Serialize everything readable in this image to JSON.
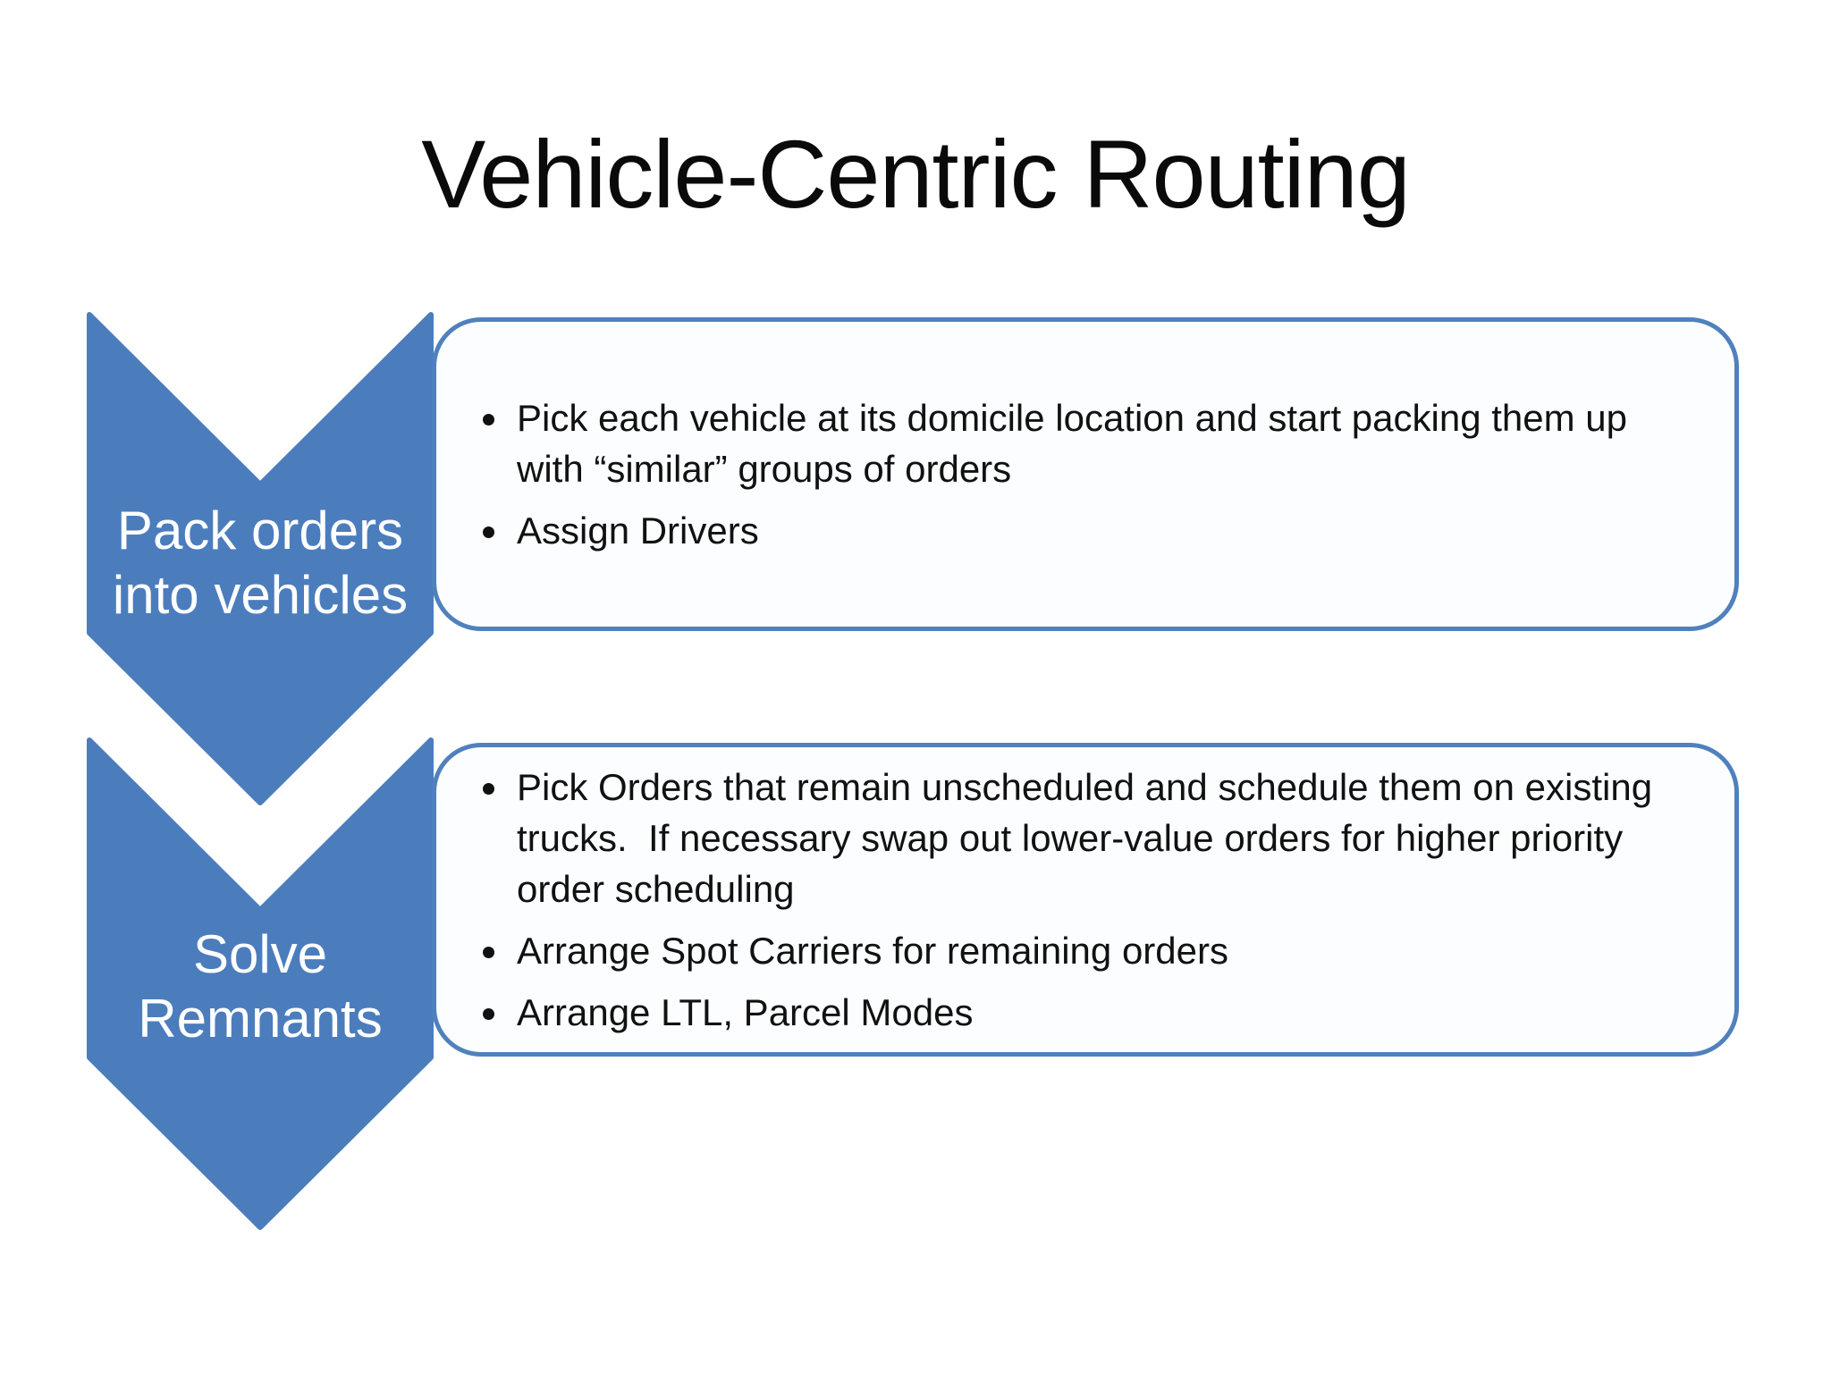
{
  "slide": {
    "title": "Vehicle-Centric Routing",
    "colors": {
      "background": "#ffffff",
      "title_text": "#0a0a0a",
      "chevron_fill": "#4b7dbd",
      "box_border": "#4f81bd",
      "box_fill": "#fcfdfe",
      "label_text": "#ffffff",
      "body_text": "#111111"
    },
    "steps": [
      {
        "label": "Pack orders into vehicles",
        "label_lines": [
          "Pack orders",
          "into vehicles"
        ],
        "bullets": [
          "Pick each vehicle at its domicile location and start packing them up with “similar” groups of orders",
          "Assign Drivers"
        ]
      },
      {
        "label": "Solve Remnants",
        "label_lines": [
          "Solve",
          "Remnants"
        ],
        "bullets": [
          "Pick Orders that remain unscheduled and schedule them on existing trucks.  If necessary swap out lower-value orders for higher priority order scheduling",
          "Arrange Spot Carriers for remaining orders",
          "Arrange LTL, Parcel Modes"
        ]
      }
    ]
  }
}
